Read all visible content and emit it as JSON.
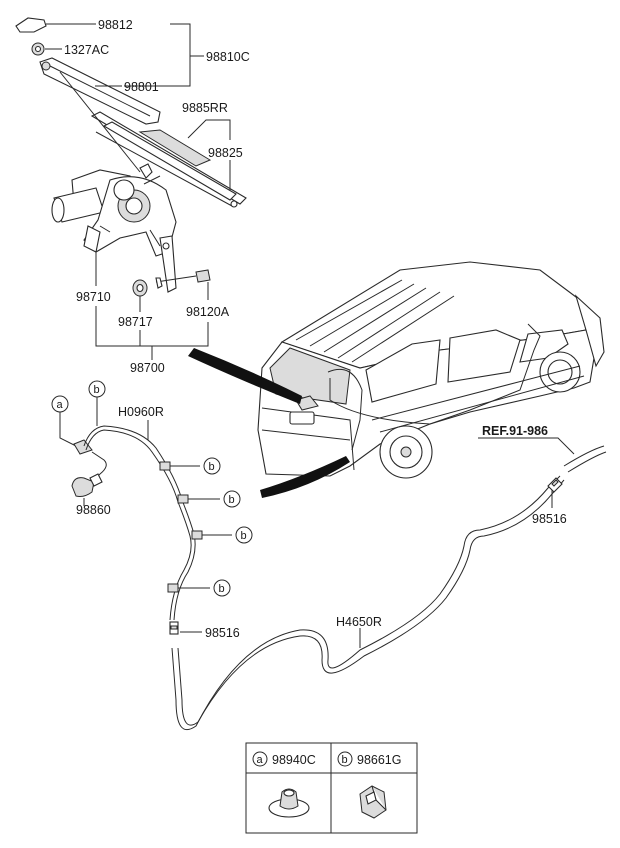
{
  "labels": {
    "cap": "98812",
    "nut": "1327AC",
    "arm_assy": "98810C",
    "arm": "98801",
    "blade_assy": "9885RR",
    "blade": "98825",
    "motor": "98710",
    "grommet": "98717",
    "bolt": "98120A",
    "motor_assy": "98700",
    "hose_upper": "H0960R",
    "nozzle": "98860",
    "connector_lower": "98516",
    "hose_lower": "H4650R",
    "connector_right": "98516",
    "ref": "REF.91-986"
  },
  "callouts": {
    "a": "a",
    "b": "b"
  },
  "legend": {
    "a_code": "a",
    "a_part": "98940C",
    "b_code": "b",
    "b_part": "98661G"
  }
}
